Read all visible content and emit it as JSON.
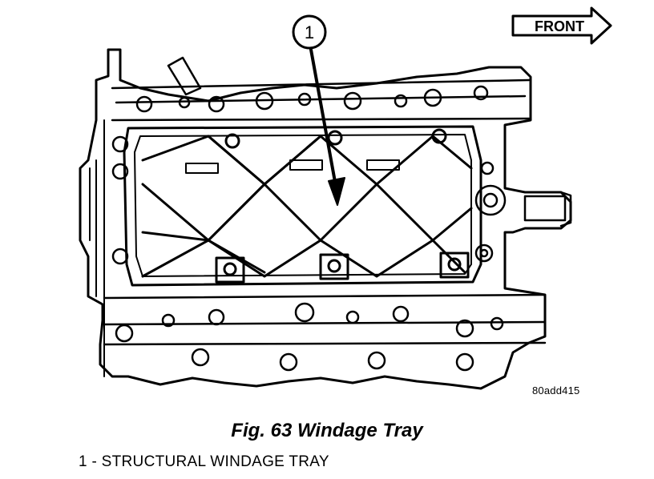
{
  "figure": {
    "front_label": "FRONT",
    "callout_number": "1",
    "reference_code": "80add415"
  },
  "caption": "Fig. 63 Windage Tray",
  "legend": [
    {
      "text": "1 - STRUCTURAL WINDAGE TRAY"
    }
  ]
}
